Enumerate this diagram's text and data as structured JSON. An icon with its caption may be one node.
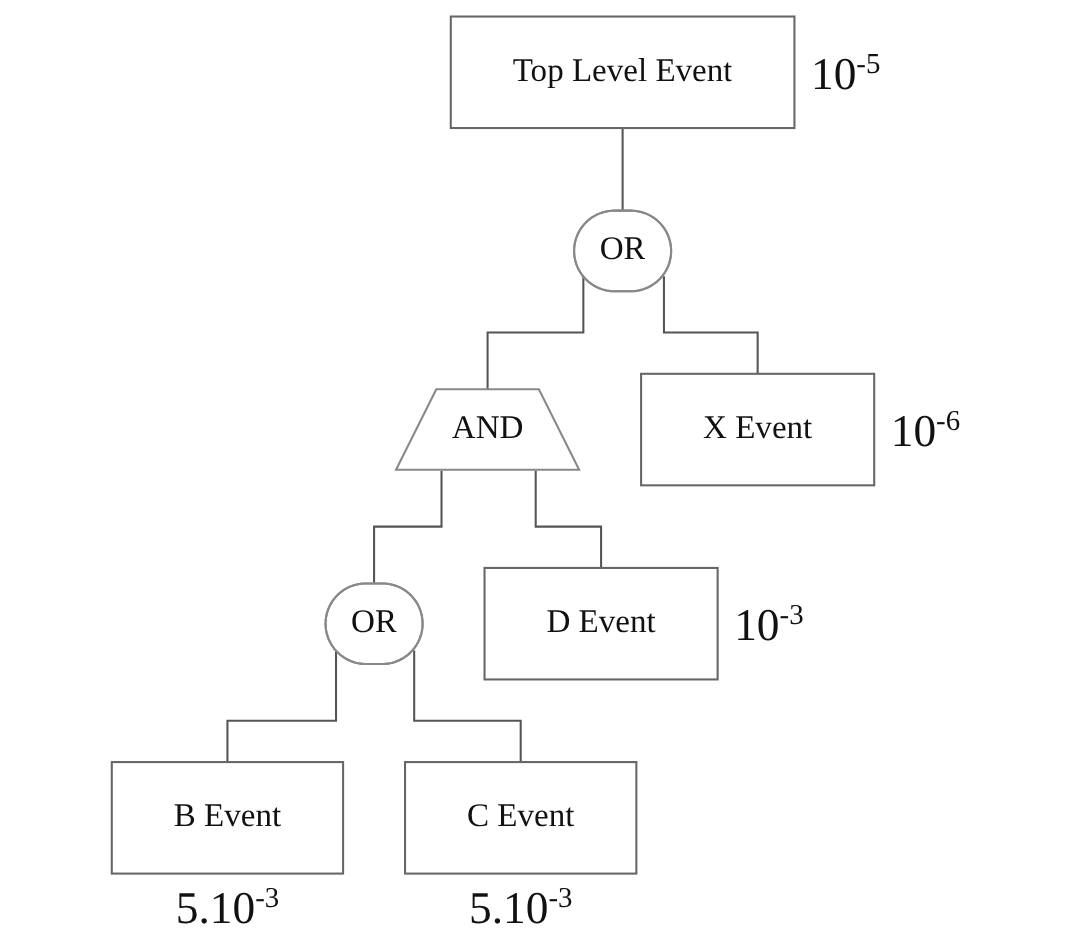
{
  "diagram": {
    "nodes": [
      {
        "text": [
          "Top Level Event"
        ],
        "beside": [
          "10$^{-5}$"
        ]
      },
      {
        "text": [
          "OR"
        ]
      },
      {
        "text": [
          "AND"
        ]
      },
      {
        "text": [
          "X Event"
        ],
        "beside": [
          "10$^{-6}$"
        ]
      },
      {
        "text": [
          "OR"
        ]
      },
      {
        "text": [
          "D Event"
        ],
        "beside": [
          "10$^{-3}$"
        ]
      },
      {
        "text": [
          "B Event"
        ],
        "beside": [
          "5.10$^{-3}$"
        ]
      },
      {
        "text": [
          "C Event"
        ],
        "beside": [
          "5.10$^{-3}$"
        ]
      }
    ],
    "edges": [
      {
        "from": 0,
        "to": 1,
        "arrow": "none"
      },
      {
        "from": 1,
        "to": 2,
        "arrow": "none"
      },
      {
        "from": 1,
        "to": 3,
        "arrow": "none"
      },
      {
        "from": 2,
        "to": 4,
        "arrow": "none"
      },
      {
        "from": 2,
        "to": 5,
        "arrow": "none"
      },
      {
        "from": 4,
        "to": 6,
        "arrow": "none"
      },
      {
        "from": 4,
        "to": 7,
        "arrow": "none"
      }
    ]
  }
}
